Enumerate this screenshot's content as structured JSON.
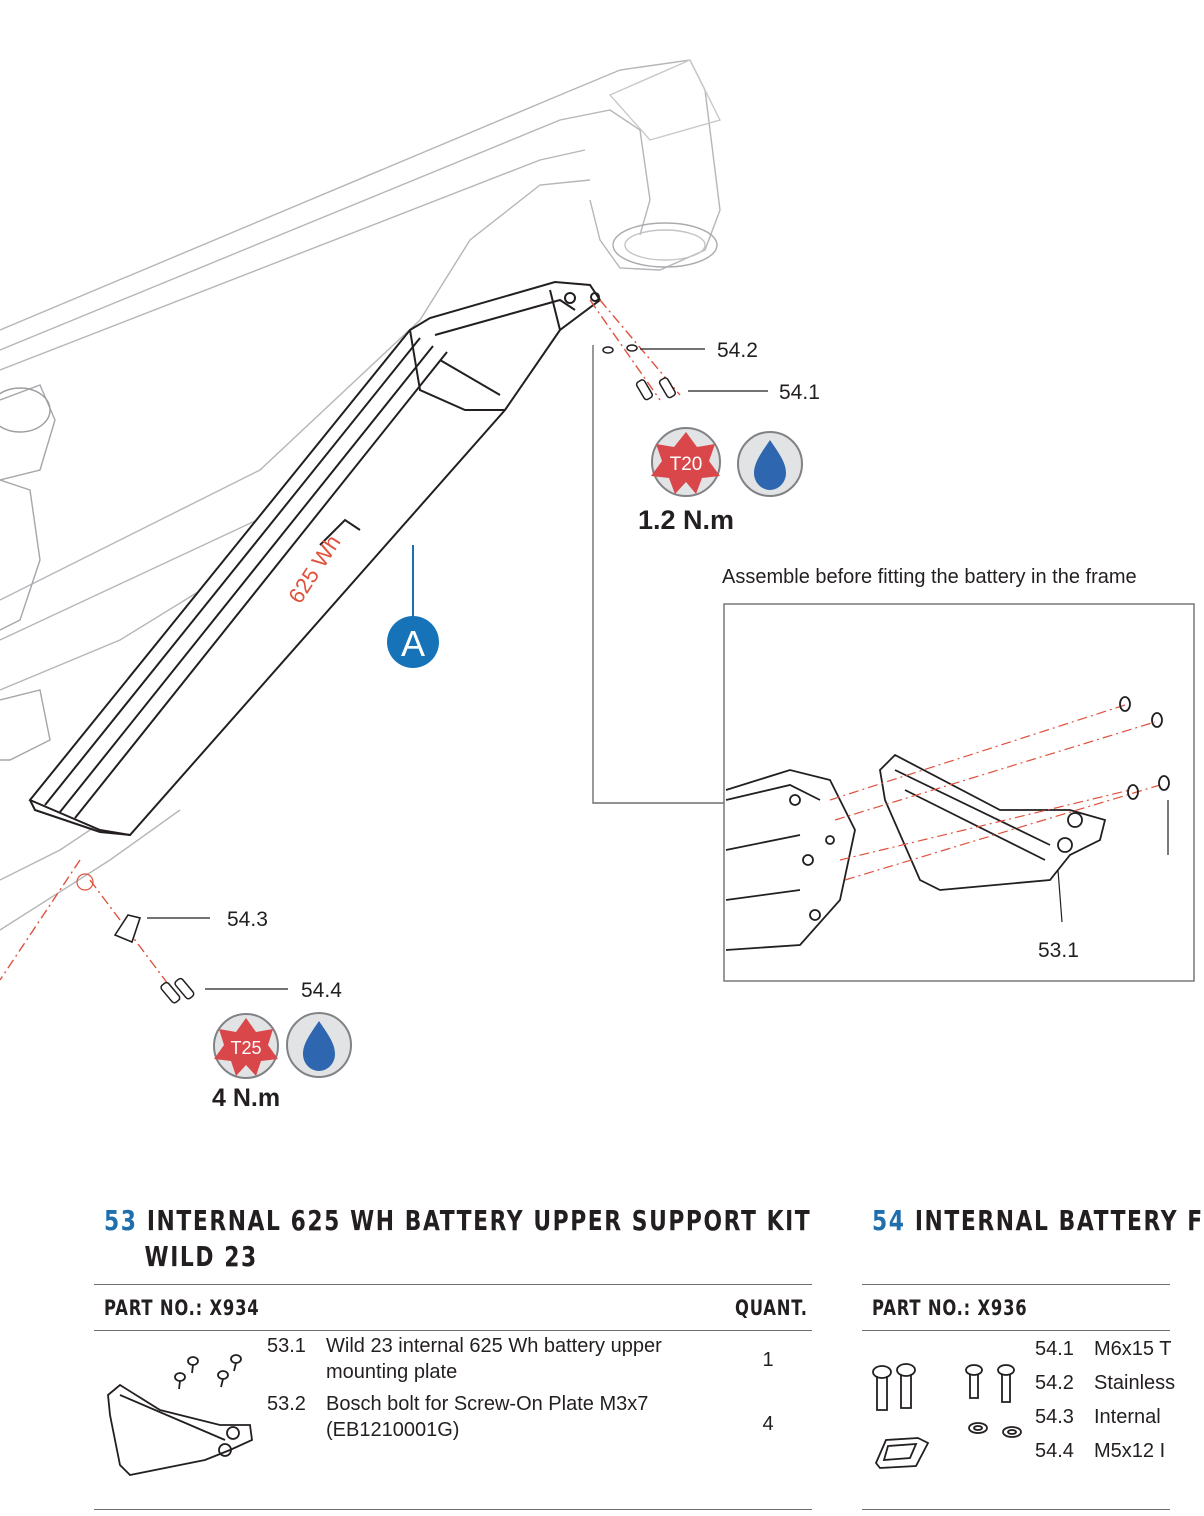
{
  "diagram": {
    "callouts": {
      "c54_2": "54.2",
      "c54_1": "54.1",
      "c54_3": "54.3",
      "c54_4": "54.4",
      "c53_1": "53.1",
      "marker_a": "A",
      "battery_label": "625 Wh"
    },
    "tools": {
      "upper_bit": "T20",
      "upper_torque": "1.2 N.m",
      "lower_bit": "T25",
      "lower_torque": "4 N.m"
    },
    "inset_note": "Assemble before fitting the battery in the frame",
    "colors": {
      "accent_blue": "#1f6fad",
      "torx_red": "#d9474b",
      "drop_blue": "#2e66b0",
      "dash_red": "#e0513d"
    },
    "icons": [
      "frame-drawing",
      "battery-drawing",
      "torx-icon",
      "threadlock-drop-icon"
    ]
  },
  "kit53": {
    "number": "53",
    "title": "INTERNAL 625 WH BATTERY UPPER SUPPORT KIT",
    "title_line2": "WILD 23",
    "part_no": "PART NO.: X934",
    "quant_header": "QUANT.",
    "rows": [
      {
        "num": "53.1",
        "desc": "Wild 23 internal 625 Wh battery upper mounting plate",
        "qty": "1"
      },
      {
        "num": "53.2",
        "desc": "Bosch bolt for Screw-On Plate M3x7 (EB1210001G)",
        "qty": "4"
      }
    ]
  },
  "kit54": {
    "number": "54",
    "title": "INTERNAL BATTERY F",
    "part_no": "PART NO.: X936",
    "rows": [
      {
        "num": "54.1",
        "desc": "M6x15 T"
      },
      {
        "num": "54.2",
        "desc": "Stainless"
      },
      {
        "num": "54.3",
        "desc": "Internal"
      },
      {
        "num": "54.4",
        "desc": "M5x12 I"
      }
    ]
  }
}
